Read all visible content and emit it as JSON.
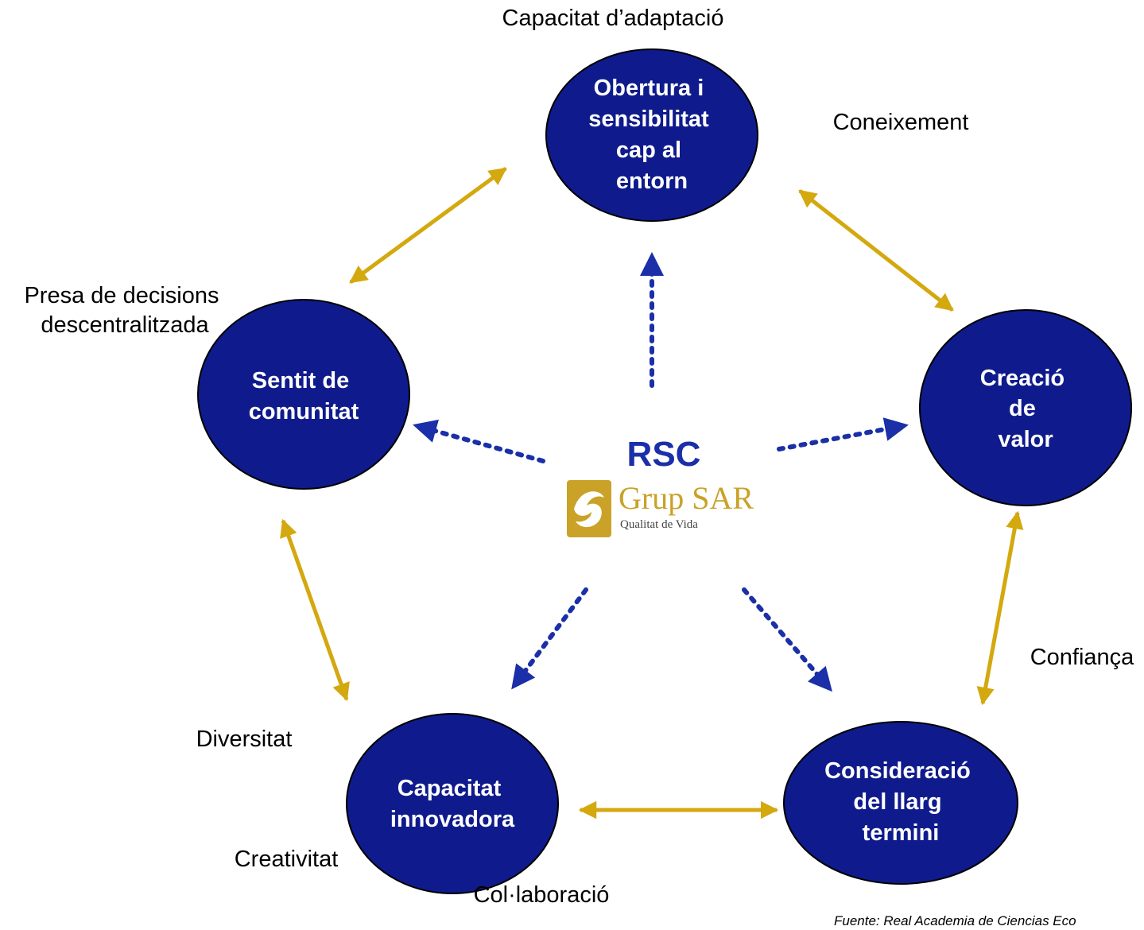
{
  "colors": {
    "node_fill": "#0f1b8c",
    "node_stroke": "#000000",
    "gold_arrow": "#d4a80f",
    "blue_arrow": "#1a2fa8",
    "logo_gold": "#c9a227"
  },
  "center": {
    "title": "RSC",
    "logo": {
      "name": "Grup SAR",
      "tagline": "Qualitat de Vida"
    }
  },
  "nodes": [
    {
      "id": "obertura",
      "lines": [
        "Obertura i",
        "sensibilitat",
        "cap al",
        "entorn"
      ]
    },
    {
      "id": "creacio",
      "lines": [
        "Creació",
        "de",
        "valor"
      ]
    },
    {
      "id": "consideracio",
      "lines": [
        "Consideració",
        "del llarg",
        "termini"
      ]
    },
    {
      "id": "capacitat",
      "lines": [
        "Capacitat",
        "innovadora"
      ]
    },
    {
      "id": "sentit",
      "lines": [
        "Sentit de",
        "comunitat"
      ]
    }
  ],
  "outer_labels": [
    {
      "id": "adaptacio",
      "lines": [
        "Capacitat d’adaptació"
      ]
    },
    {
      "id": "coneixement",
      "lines": [
        "Coneixement"
      ]
    },
    {
      "id": "confianca",
      "lines": [
        "Confiança"
      ]
    },
    {
      "id": "colaboracio",
      "lines": [
        "Col·laboració"
      ]
    },
    {
      "id": "creativitat",
      "lines": [
        "Creativitat"
      ]
    },
    {
      "id": "diversitat",
      "lines": [
        "Diversitat"
      ]
    },
    {
      "id": "decisions",
      "lines": [
        "Presa de decisions",
        "descentralitzada"
      ]
    }
  ],
  "source": "Fuente: Real Academia de Ciencias Eco"
}
